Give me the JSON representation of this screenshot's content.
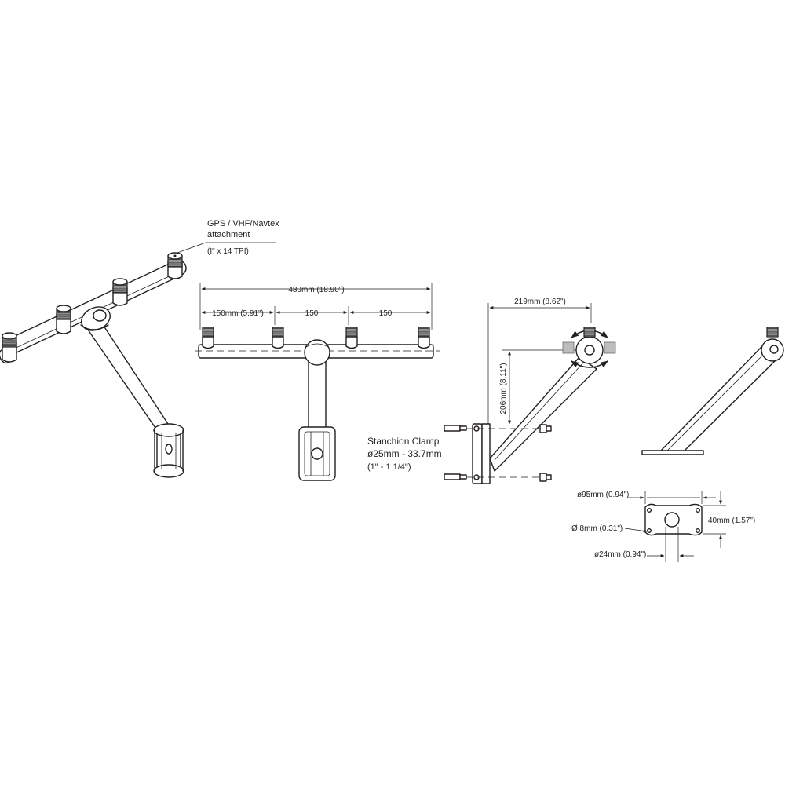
{
  "labels": {
    "attachment_line1": "GPS / VHF/Navtex",
    "attachment_line2": "attachment",
    "thread_spec": "(I\" x 14 TPI)",
    "overall_width": "480mm (18.90\")",
    "spacing_first": "150mm (5.91\")",
    "spacing_second": "150",
    "spacing_third": "150",
    "arm_reach": "219mm (8.62\")",
    "arm_height": "206mm (8.11\")",
    "clamp_title": "Stanchion Clamp",
    "clamp_range_mm": "ø25mm - 33.7mm",
    "clamp_range_in": "(1\" - 1 1/4\")",
    "base_length": "ø95mm (0.94\")",
    "base_height": "40mm  (1.57\")",
    "hole_diameter": "Ø  8mm (0.31\")",
    "center_hole": "ø24mm (0.94\")"
  },
  "colors": {
    "line": "#231f20",
    "background": "#ffffff",
    "thread_fill": "#bdbdbd"
  }
}
